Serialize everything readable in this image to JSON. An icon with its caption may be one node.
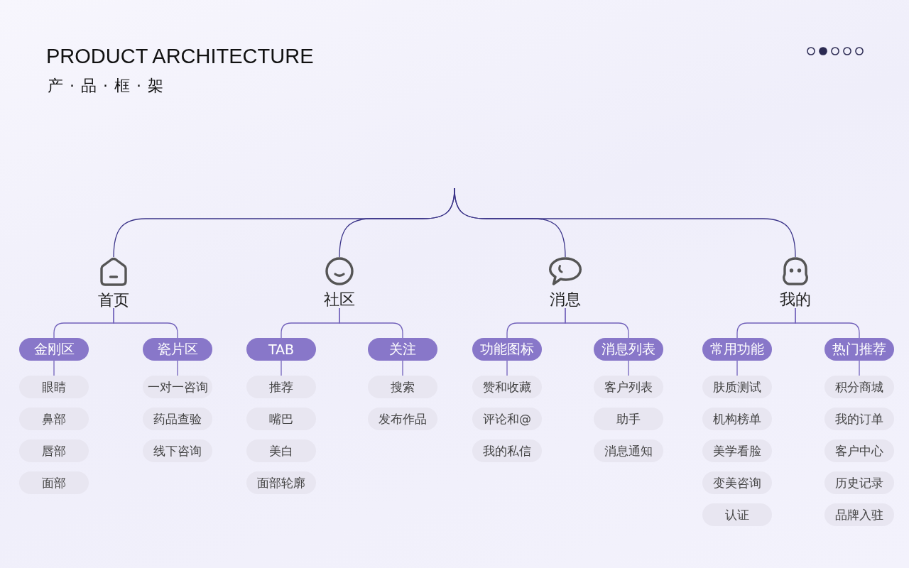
{
  "diagram": {
    "title": "PRODUCT ARCHITECTURE",
    "nodes": [
      {
        "text": [
          "首页"
        ]
      },
      {
        "text": [
          "社区"
        ]
      },
      {
        "text": [
          "消息"
        ]
      },
      {
        "text": [
          "我的"
        ]
      },
      {
        "text": [
          "金刚区"
        ]
      },
      {
        "text": [
          "瓷片区"
        ]
      },
      {
        "text": [
          "TAB"
        ]
      },
      {
        "text": [
          "关注"
        ]
      },
      {
        "text": [
          "功能图标"
        ]
      },
      {
        "text": [
          "消息列表"
        ]
      },
      {
        "text": [
          "常用功能"
        ]
      },
      {
        "text": [
          "热门推荐"
        ]
      },
      {
        "text": [
          "眼睛"
        ]
      },
      {
        "text": [
          "鼻部"
        ]
      },
      {
        "text": [
          "唇部"
        ]
      },
      {
        "text": [
          "面部"
        ]
      },
      {
        "text": [
          "一对一咨询"
        ]
      },
      {
        "text": [
          "药品查验"
        ]
      },
      {
        "text": [
          "线下咨询"
        ]
      },
      {
        "text": [
          "推荐"
        ]
      },
      {
        "text": [
          "嘴巴"
        ]
      },
      {
        "text": [
          "美白"
        ]
      },
      {
        "text": [
          "面部轮廓"
        ]
      },
      {
        "text": [
          "搜索"
        ]
      },
      {
        "text": [
          "发布作品"
        ]
      },
      {
        "text": [
          "赞和收藏"
        ]
      },
      {
        "text": [
          "评论和@"
        ]
      },
      {
        "text": [
          "我的私信"
        ]
      },
      {
        "text": [
          "客户列表"
        ]
      },
      {
        "text": [
          "助手"
        ]
      },
      {
        "text": [
          "消息通知"
        ]
      },
      {
        "text": [
          "肤质测试"
        ]
      },
      {
        "text": [
          "机构榜单"
        ]
      },
      {
        "text": [
          "美学看脸"
        ]
      },
      {
        "text": [
          "变美咨询"
        ]
      },
      {
        "text": [
          "认证"
        ]
      },
      {
        "text": [
          "积分商城"
        ]
      },
      {
        "text": [
          "我的订单"
        ]
      },
      {
        "text": [
          "客户中心"
        ]
      },
      {
        "text": [
          "历史记录"
        ]
      },
      {
        "text": [
          "品牌入驻"
        ]
      }
    ],
    "edges": [
      {
        "from": null,
        "to": 0,
        "arrow": "none",
        "color": "#3a3388"
      },
      {
        "from": null,
        "to": 1,
        "arrow": "none",
        "color": "#3a3388"
      },
      {
        "from": null,
        "to": 2,
        "arrow": "none",
        "color": "#3a3388"
      },
      {
        "from": null,
        "to": 3,
        "arrow": "none",
        "color": "#3a3388"
      },
      {
        "from": 0,
        "to": 4,
        "arrow": "none"
      },
      {
        "from": 0,
        "to": 5,
        "arrow": "none"
      },
      {
        "from": 1,
        "to": 6,
        "arrow": "none"
      },
      {
        "from": 1,
        "to": 7,
        "arrow": "none"
      },
      {
        "from": 2,
        "to": 8,
        "arrow": "none"
      },
      {
        "from": 2,
        "to": 9,
        "arrow": "none"
      },
      {
        "from": 3,
        "to": 10,
        "arrow": "none"
      },
      {
        "from": 3,
        "to": 11,
        "arrow": "none"
      },
      {
        "from": 4,
        "to": 12,
        "arrow": "none"
      },
      {
        "from": 5,
        "to": 16,
        "arrow": "none"
      },
      {
        "from": 6,
        "to": 19,
        "arrow": "none"
      },
      {
        "from": 7,
        "to": 23,
        "arrow": "none"
      },
      {
        "from": 8,
        "to": 25,
        "arrow": "none"
      },
      {
        "from": 9,
        "to": 28,
        "arrow": "none"
      },
      {
        "from": 10,
        "to": 31,
        "arrow": "none"
      },
      {
        "from": 11,
        "to": 36,
        "arrow": "none"
      }
    ],
    "labels": [
      "产 · 品 · 框 · 架"
    ]
  }
}
